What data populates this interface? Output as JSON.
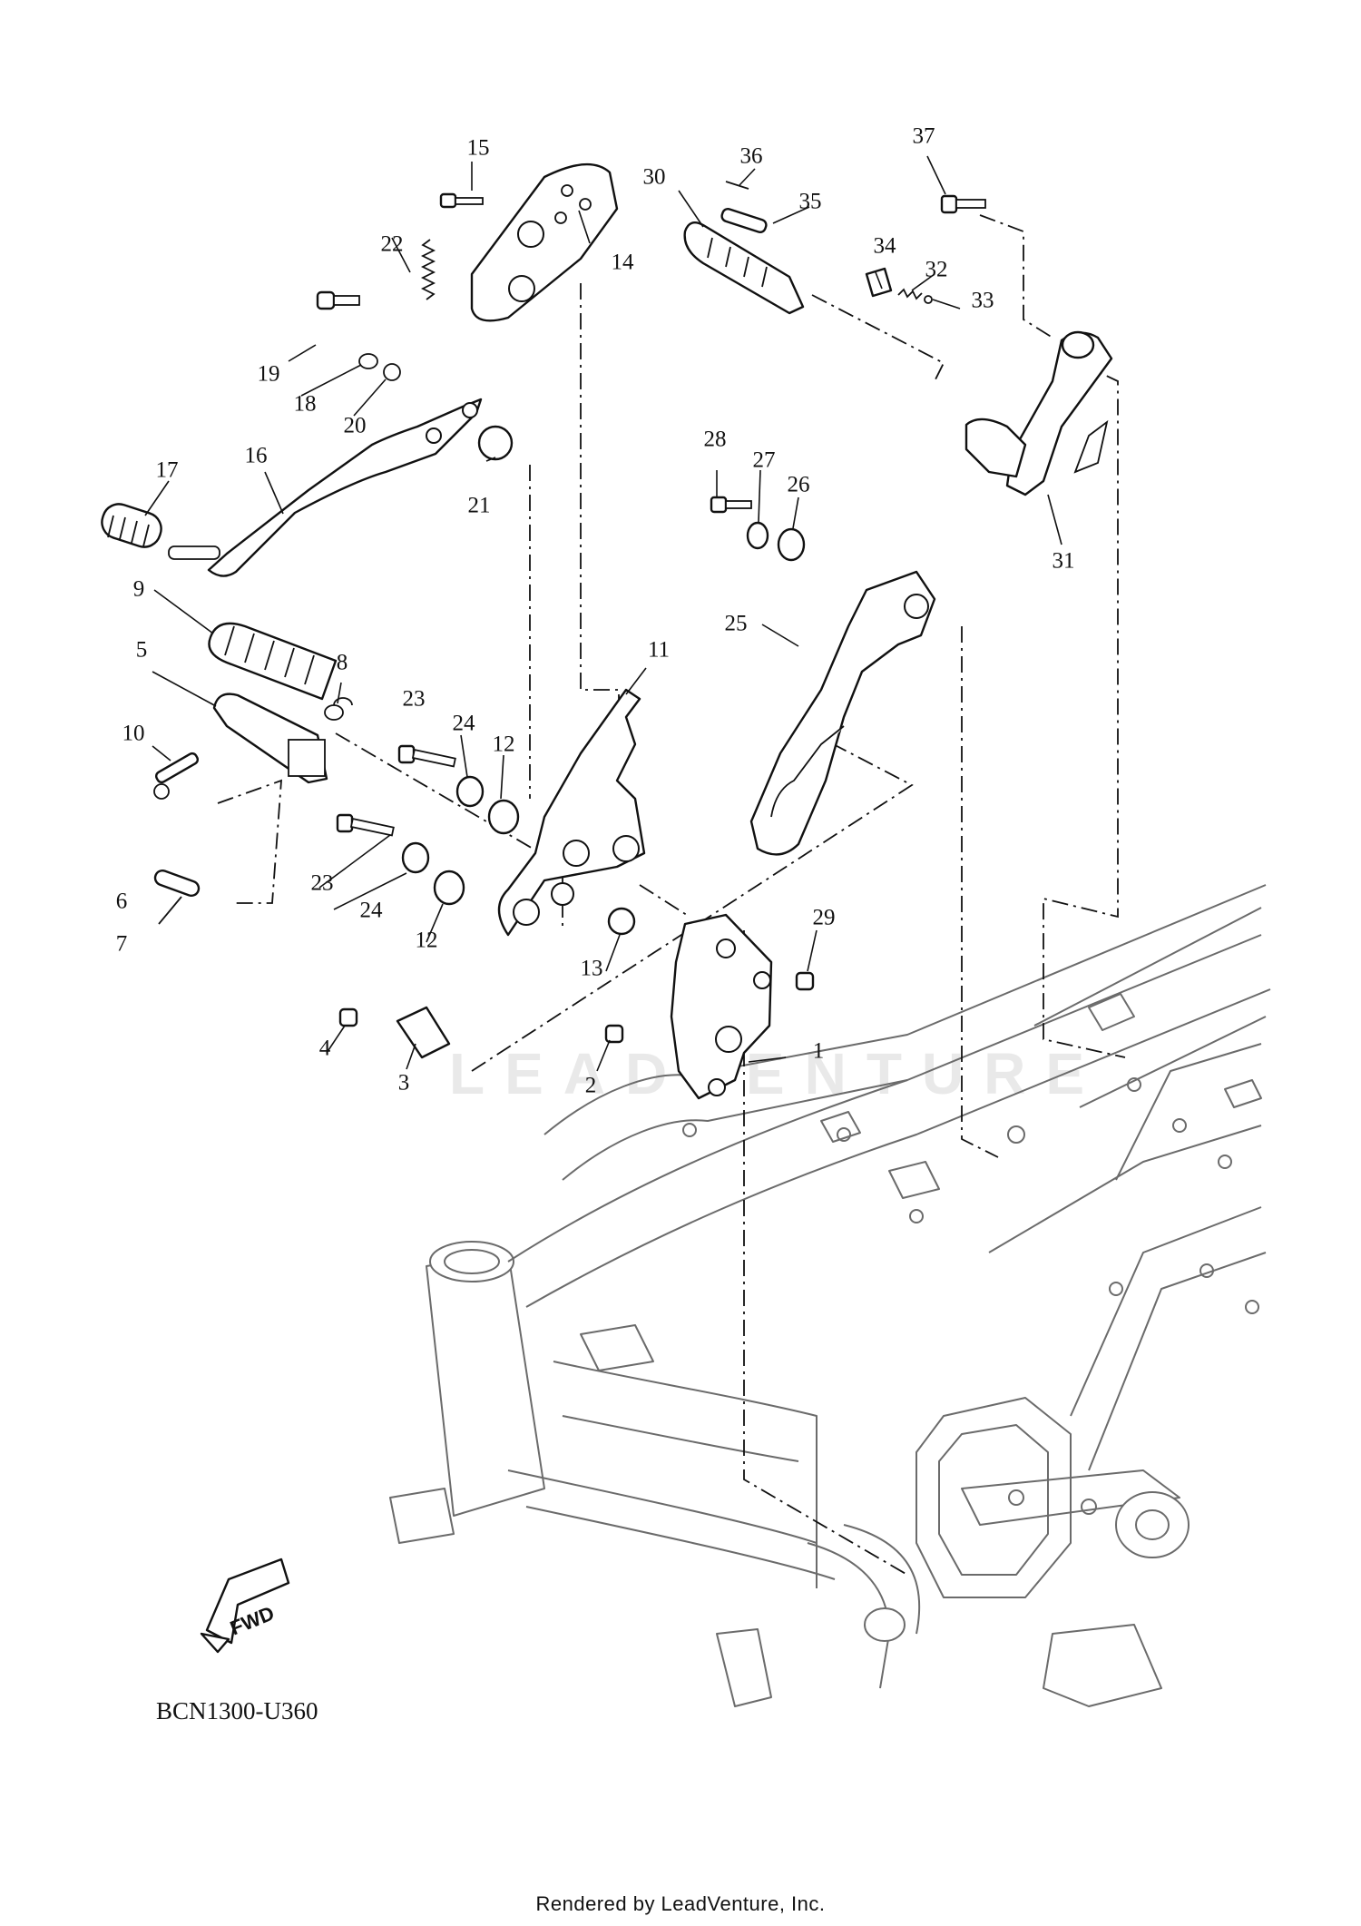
{
  "diagram": {
    "code": "BCN1300-U360",
    "footer": "Rendered by LeadVenture, Inc.",
    "watermark": "LEADVENTURE",
    "fwd_label": "FWD",
    "callouts": [
      {
        "id": "c1",
        "label": "1"
      },
      {
        "id": "c2",
        "label": "2"
      },
      {
        "id": "c3",
        "label": "3"
      },
      {
        "id": "c4",
        "label": "4"
      },
      {
        "id": "c5",
        "label": "5"
      },
      {
        "id": "c6",
        "label": "6"
      },
      {
        "id": "c7",
        "label": "7"
      },
      {
        "id": "c8",
        "label": "8"
      },
      {
        "id": "c9",
        "label": "9"
      },
      {
        "id": "c10",
        "label": "10"
      },
      {
        "id": "c11",
        "label": "11"
      },
      {
        "id": "c12a",
        "label": "12"
      },
      {
        "id": "c12b",
        "label": "12"
      },
      {
        "id": "c13",
        "label": "13"
      },
      {
        "id": "c14",
        "label": "14"
      },
      {
        "id": "c15",
        "label": "15"
      },
      {
        "id": "c16",
        "label": "16"
      },
      {
        "id": "c17",
        "label": "17"
      },
      {
        "id": "c18",
        "label": "18"
      },
      {
        "id": "c19",
        "label": "19"
      },
      {
        "id": "c20",
        "label": "20"
      },
      {
        "id": "c21",
        "label": "21"
      },
      {
        "id": "c22",
        "label": "22"
      },
      {
        "id": "c23a",
        "label": "23"
      },
      {
        "id": "c23b",
        "label": "23"
      },
      {
        "id": "c24a",
        "label": "24"
      },
      {
        "id": "c24b",
        "label": "24"
      },
      {
        "id": "c25",
        "label": "25"
      },
      {
        "id": "c26",
        "label": "26"
      },
      {
        "id": "c27",
        "label": "27"
      },
      {
        "id": "c28",
        "label": "28"
      },
      {
        "id": "c29",
        "label": "29"
      },
      {
        "id": "c30",
        "label": "30"
      },
      {
        "id": "c31",
        "label": "31"
      },
      {
        "id": "c32",
        "label": "32"
      },
      {
        "id": "c33",
        "label": "33"
      },
      {
        "id": "c34",
        "label": "34"
      },
      {
        "id": "c35",
        "label": "35"
      },
      {
        "id": "c36",
        "label": "36"
      },
      {
        "id": "c37",
        "label": "37"
      }
    ]
  }
}
